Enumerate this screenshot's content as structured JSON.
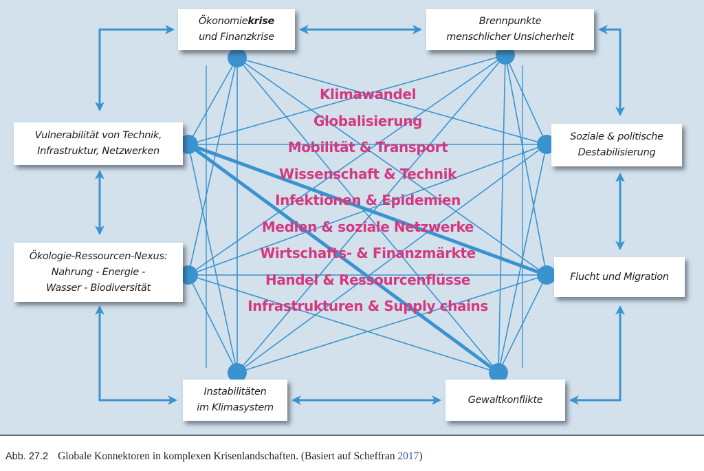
{
  "diagram": {
    "nodes": [
      {
        "id": "n1",
        "name": "oekonomiekrise",
        "line1_regular": "Ökonomie",
        "line1_bold": "krise",
        "line2": "und Finanzkrise"
      },
      {
        "id": "n2",
        "name": "brennpunkte",
        "line1": "Brennpunkte",
        "line2": "menschlicher Unsicherheit"
      },
      {
        "id": "n3",
        "name": "vulnerabilitaet",
        "line1": "Vulnerabilität von Technik,",
        "line2": "Infrastruktur, Netzwerken"
      },
      {
        "id": "n4",
        "name": "soziale-destabilisierung",
        "line1": "Soziale & politische",
        "line2": "Destabilisierung"
      },
      {
        "id": "n5",
        "name": "oekologie-nexus",
        "line1": "Ökologie-Ressourcen-Nexus:",
        "line2": "Nahrung - Energie -",
        "line3": "Wasser - Biodiversität"
      },
      {
        "id": "n6",
        "name": "flucht-migration",
        "line1": "Flucht und Migration"
      },
      {
        "id": "n7",
        "name": "instabilitaeten-klima",
        "line1": "Instabilitäten",
        "line2": "im Klimasystem"
      },
      {
        "id": "n8",
        "name": "gewaltkonflikte",
        "line1": "Gewaltkonflikte"
      }
    ],
    "connectors": [
      "Klimawandel",
      "Globalisierung",
      "Mobilität & Transport",
      "Wissenschaft & Technik",
      "Infektionen & Epidemien",
      "Medien & soziale Netzwerke",
      "Wirtschafts- & Finanzmärkte",
      "Handel & Ressourcenflüsse",
      "Infrastrukturen & Supply chains"
    ],
    "edges": [
      [
        "n1",
        "n3"
      ],
      [
        "n1",
        "n4"
      ],
      [
        "n1",
        "n5"
      ],
      [
        "n1",
        "n6"
      ],
      [
        "n1",
        "n7"
      ],
      [
        "n1",
        "n8"
      ],
      [
        "n1",
        "n2"
      ],
      [
        "n2",
        "n3"
      ],
      [
        "n2",
        "n4"
      ],
      [
        "n2",
        "n5"
      ],
      [
        "n2",
        "n6"
      ],
      [
        "n2",
        "n7"
      ],
      [
        "n2",
        "n8"
      ],
      [
        "n3",
        "n4"
      ],
      [
        "n3",
        "n5"
      ],
      [
        "n3",
        "n7"
      ],
      [
        "n3",
        "n8"
      ],
      [
        "n3",
        "n6"
      ],
      [
        "n4",
        "n5"
      ],
      [
        "n4",
        "n6"
      ],
      [
        "n4",
        "n7"
      ],
      [
        "n4",
        "n8"
      ],
      [
        "n5",
        "n6"
      ],
      [
        "n5",
        "n7"
      ],
      [
        "n5",
        "n8"
      ],
      [
        "n6",
        "n7"
      ],
      [
        "n6",
        "n8"
      ],
      [
        "n7",
        "n8"
      ]
    ],
    "strong_edges": [
      [
        "n3",
        "n6"
      ],
      [
        "n3",
        "n8"
      ]
    ],
    "colors": {
      "background": "#d3e1ec",
      "network": "#3a93cf",
      "connector_text": "#d4387f",
      "box_text": "#1e1e1e"
    }
  },
  "caption": {
    "label": "Abb. 27.2",
    "text": "Globale Konnektoren in komplexen Krisenlandschaften. (Basiert auf Scheffran ",
    "year": "2017",
    "close": ")"
  }
}
